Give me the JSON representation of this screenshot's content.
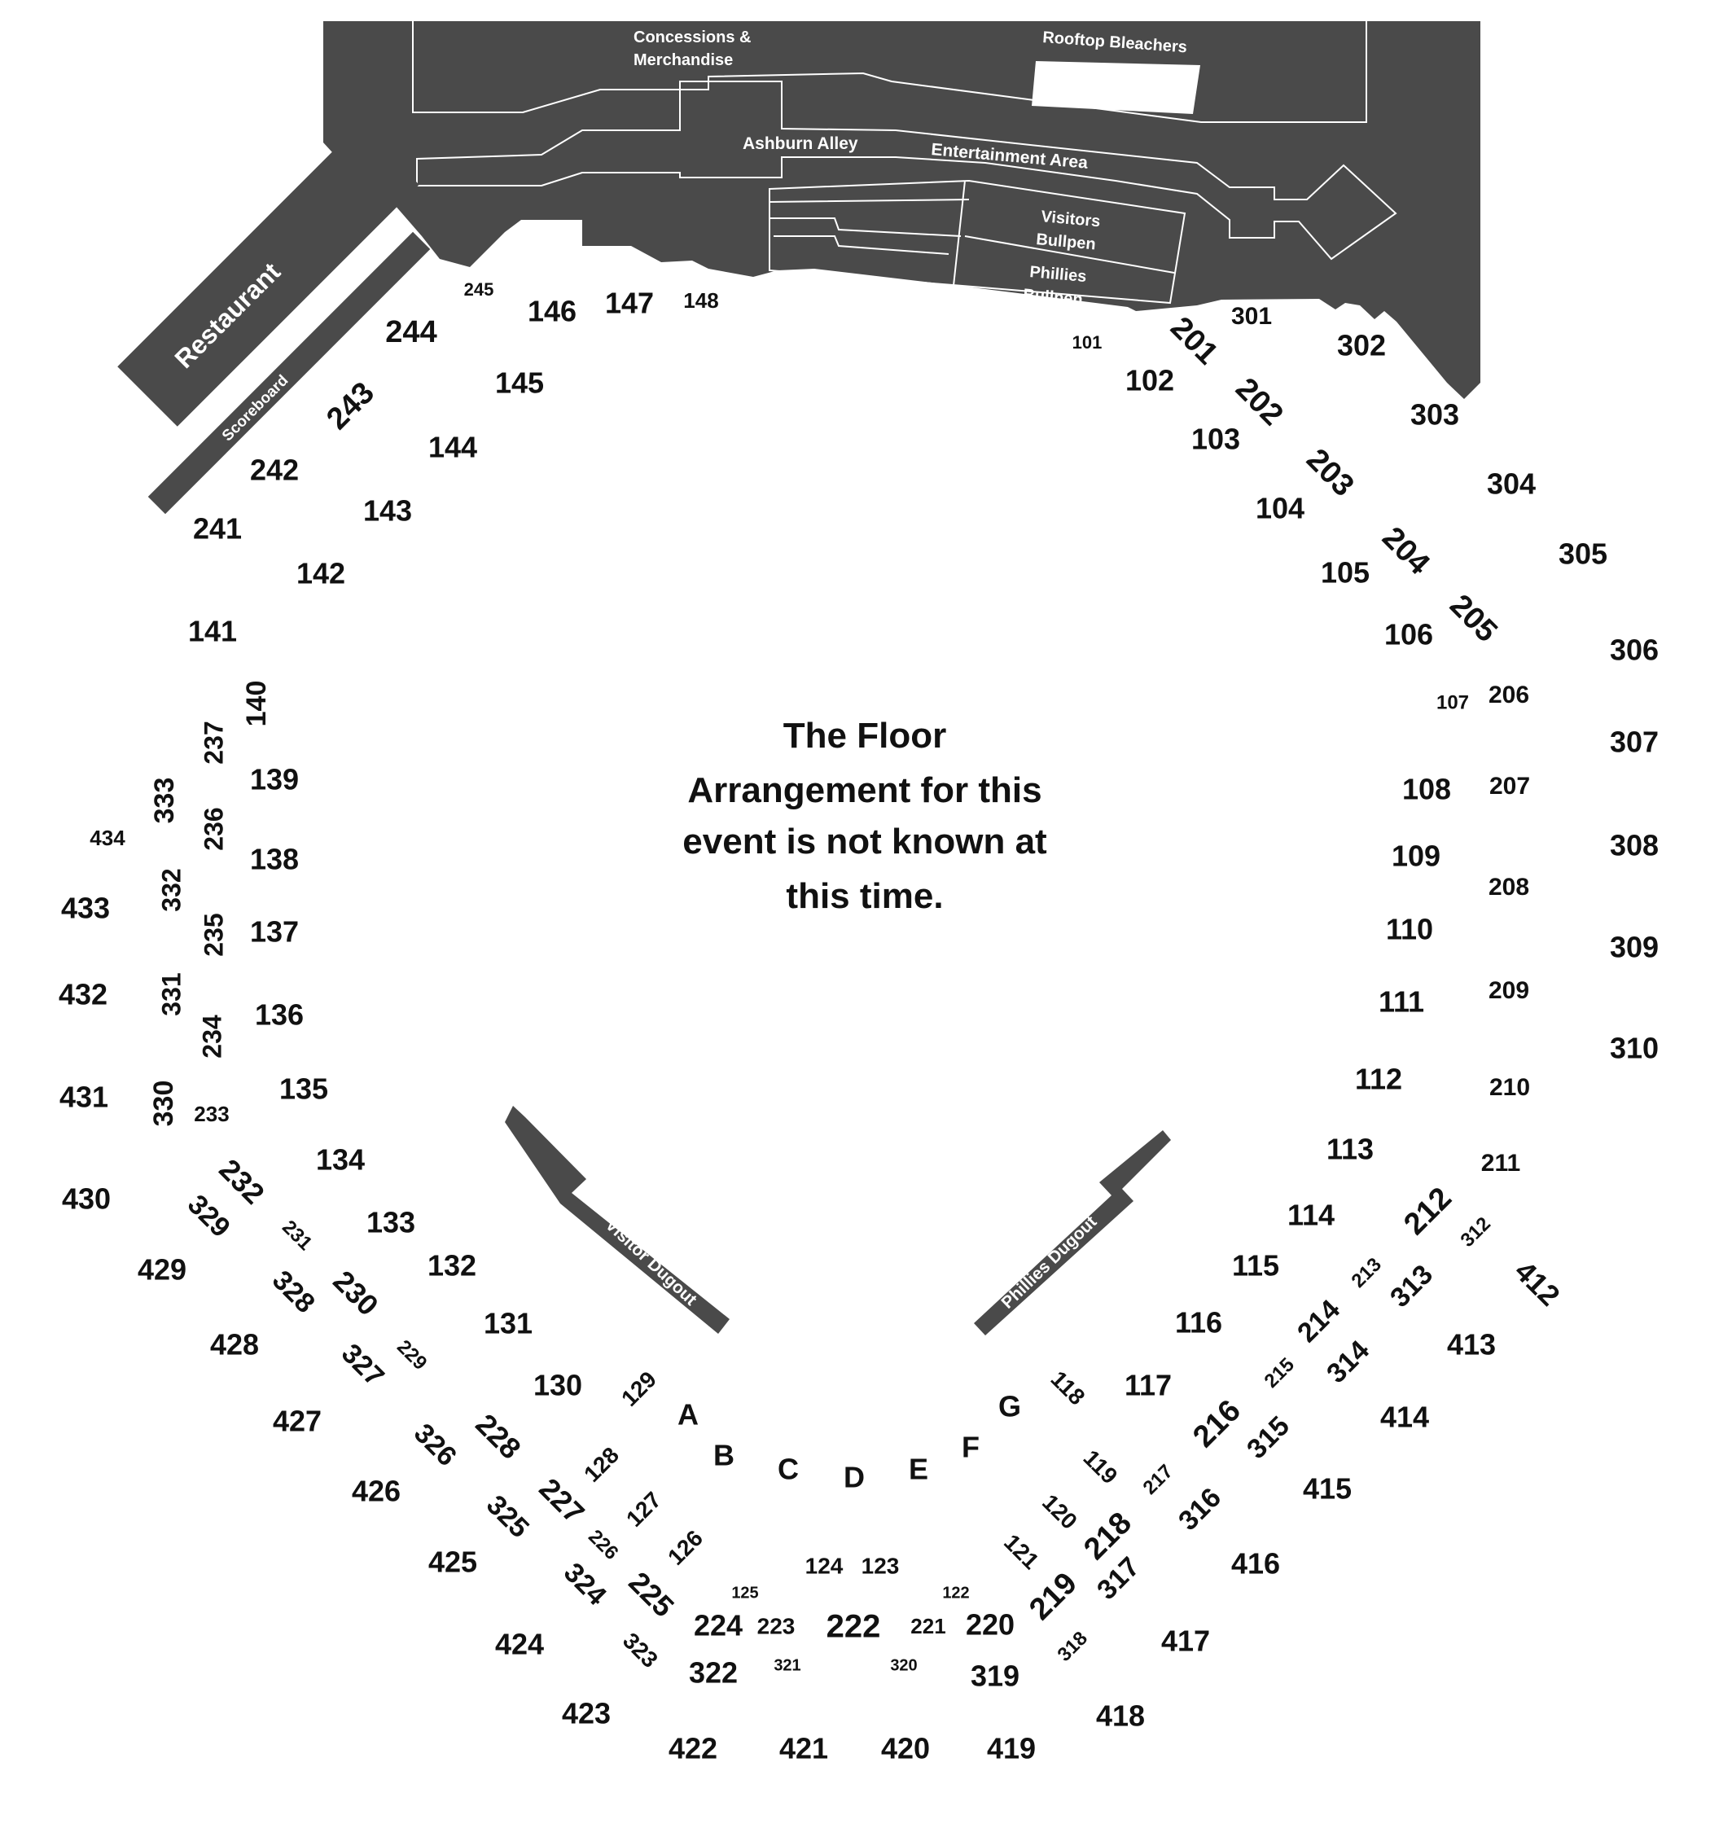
{
  "labels": {
    "concessions": [
      "Concessions &",
      "Merchandise"
    ],
    "rooftop": "Rooftop Bleachers",
    "ashburn": "Ashburn Alley",
    "entertainment": "Entertainment Area",
    "visitors_bullpen": [
      "Visitors",
      "Bullpen"
    ],
    "phillies_bullpen": [
      "Phillies",
      "Bullpen"
    ],
    "restaurant": "Restaurant",
    "scoreboard": "Scoreboard",
    "visitor_dugout": "Visitor Dugout",
    "phillies_dugout": "Phillies Dugout"
  },
  "floor_note": [
    "The Floor",
    "Arrangement for this",
    "event is not known at",
    "this time."
  ],
  "sections": [
    "245",
    "146",
    "147",
    "148",
    "244",
    "145",
    "243",
    "144",
    "242",
    "143",
    "241",
    "142",
    "141",
    "140",
    "237",
    "139",
    "333",
    "236",
    "434",
    "138",
    "332",
    "433",
    "235",
    "137",
    "331",
    "432",
    "234",
    "136",
    "330",
    "233",
    "431",
    "135",
    "134",
    "232",
    "430",
    "329",
    "231",
    "133",
    "429",
    "328",
    "230",
    "132",
    "131",
    "428",
    "327",
    "229",
    "130",
    "129",
    "427",
    "326",
    "228",
    "A",
    "128",
    "B",
    "C",
    "D",
    "E",
    "F",
    "G",
    "118",
    "117",
    "426",
    "227",
    "325",
    "127",
    "119",
    "226",
    "126",
    "425",
    "324",
    "225",
    "125",
    "124",
    "123",
    "122",
    "121",
    "120",
    "224",
    "223",
    "222",
    "221",
    "220",
    "424",
    "323",
    "322",
    "321",
    "320",
    "319",
    "423",
    "422",
    "421",
    "420",
    "419",
    "101",
    "201",
    "301",
    "102",
    "302",
    "202",
    "103",
    "303",
    "203",
    "104",
    "304",
    "204",
    "105",
    "305",
    "205",
    "106",
    "306",
    "107",
    "206",
    "307",
    "108",
    "207",
    "308",
    "109",
    "208",
    "309",
    "110",
    "111",
    "209",
    "310",
    "112",
    "210",
    "113",
    "211",
    "114",
    "212",
    "312",
    "115",
    "412",
    "213",
    "313",
    "116",
    "214",
    "413",
    "215",
    "314",
    "414",
    "216",
    "315",
    "217",
    "415",
    "218",
    "316",
    "416",
    "219",
    "317",
    "318",
    "417",
    "418"
  ]
}
